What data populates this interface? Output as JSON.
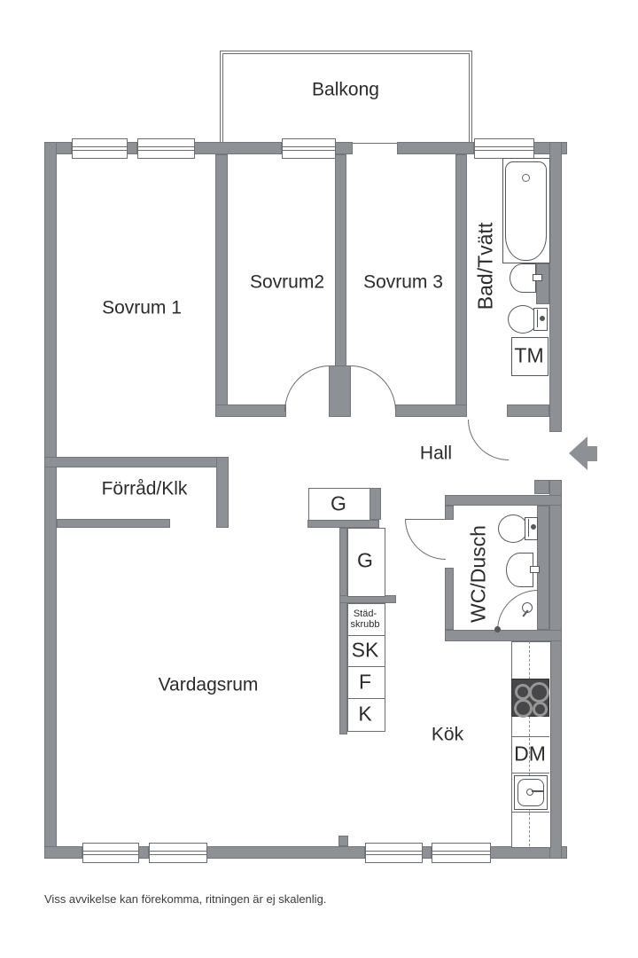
{
  "rooms": {
    "balcony": "Balkong",
    "bedroom1": "Sovrum 1",
    "bedroom2": "Sovrum2",
    "bedroom3": "Sovrum 3",
    "bath_laundry": "Bad/Tvätt",
    "hall": "Hall",
    "storage": "Förråd/Klk",
    "wc_shower": "WC/Dusch",
    "living_room": "Vardagsrum",
    "kitchen": "Kök"
  },
  "closets": {
    "wardrobe1": "G",
    "wardrobe2": "G",
    "cleaning_line1": "Städ-",
    "cleaning_line2": "skrubb",
    "sk": "SK",
    "fridge": "F",
    "freezer": "K"
  },
  "appliances": {
    "washing_machine": "TM",
    "dishwasher": "DM"
  },
  "colors": {
    "wall": "#8d9094",
    "outline": "#6a6e71",
    "text": "#2b2b2b",
    "stove": "#474749"
  },
  "footer": {
    "disclaimer": "Viss avvikelse kan förekomma, ritningen är ej skalenlig."
  }
}
